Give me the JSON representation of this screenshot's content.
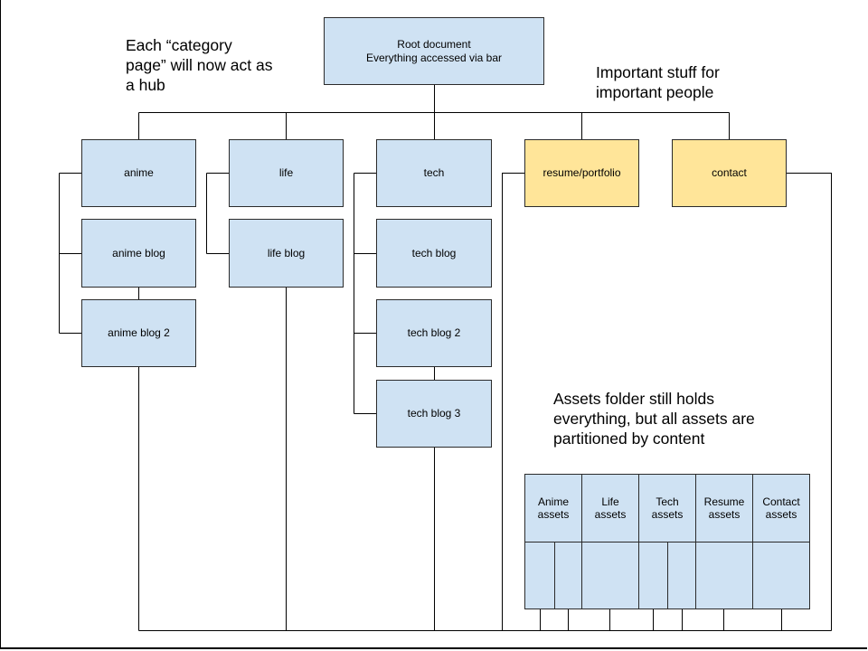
{
  "notes": {
    "hub": "Each “category\npage” will now act as\na hub",
    "important": "Important stuff for\nimportant people",
    "assets_folder": "Assets folder still holds\neverything, but all assets are\npartitioned by content"
  },
  "root": {
    "line1": "Root document",
    "line2": "Everything accessed via bar"
  },
  "categories": {
    "anime": "anime",
    "life": "life",
    "tech": "tech",
    "resume": "resume/portfolio",
    "contact": "contact"
  },
  "blogs": {
    "anime_blog": "anime blog",
    "anime_blog_2": "anime blog 2",
    "life_blog": "life blog",
    "tech_blog": "tech blog",
    "tech_blog_2": "tech blog 2",
    "tech_blog_3": "tech blog 3"
  },
  "assets": {
    "anime": "Anime\nassets",
    "life": "Life\nassets",
    "tech": "Tech\nassets",
    "resume": "Resume\nassets",
    "contact": "Contact\nassets"
  },
  "colors": {
    "page_box": "#cfe2f3",
    "important_box": "#ffe599"
  }
}
